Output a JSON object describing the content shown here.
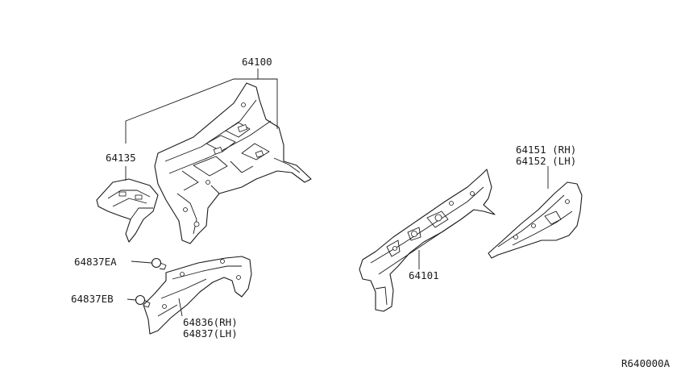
{
  "diagram_id": "R640000A",
  "labels": {
    "p64100": "64100",
    "p64135": "64135",
    "p64837ea": "64837EA",
    "p64837eb": "64837EB",
    "p64836": "64836(RH)",
    "p64837": "64837(LH)",
    "p64101": "64101",
    "p64151": "64151 (RH)",
    "p64152": "64152 (LH)"
  }
}
